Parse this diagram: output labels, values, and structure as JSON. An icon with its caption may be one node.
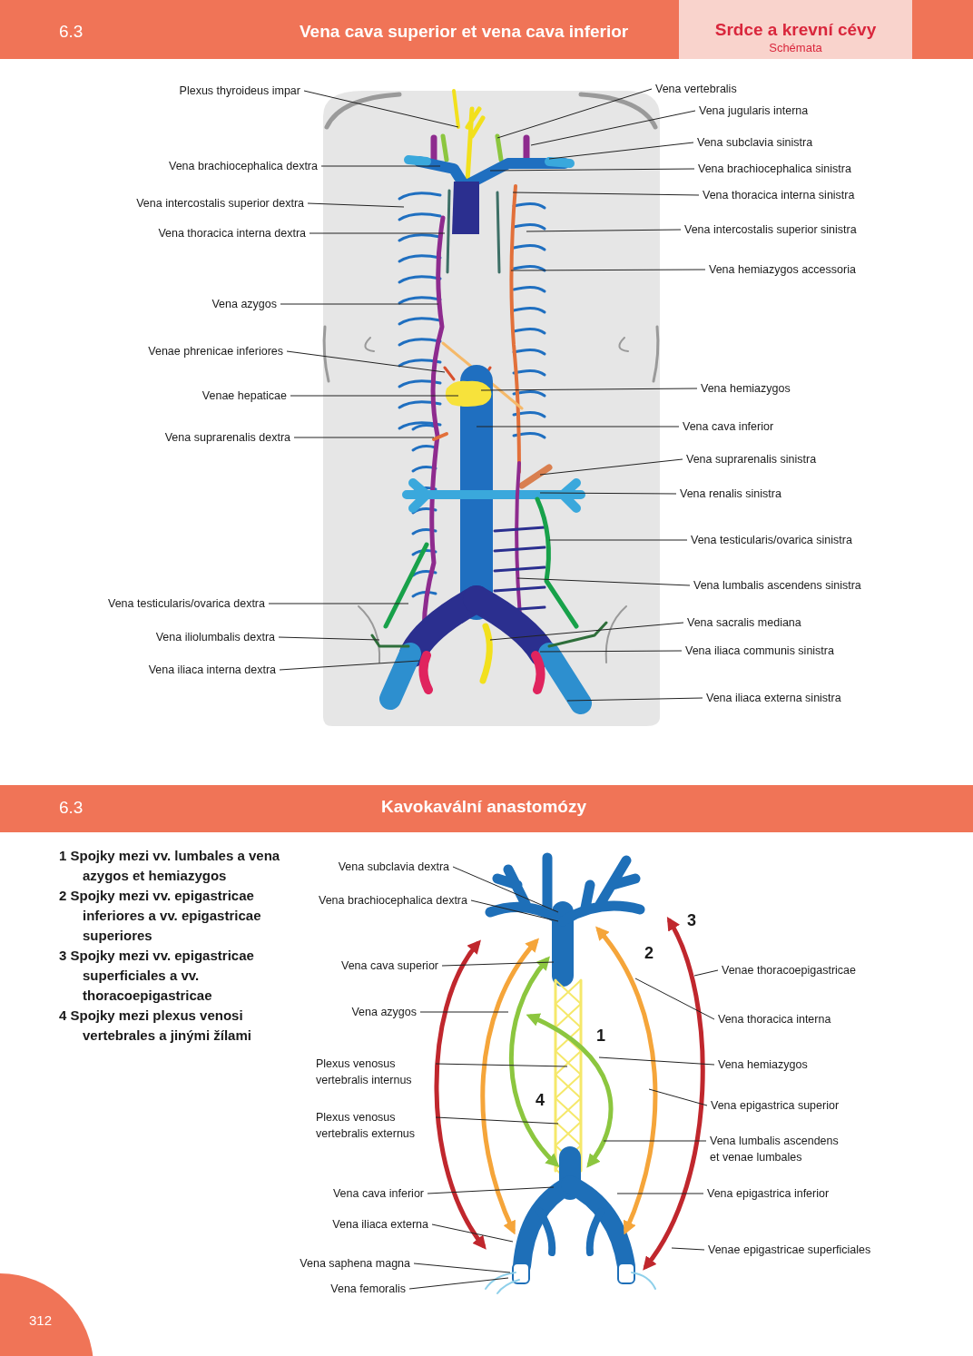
{
  "diagram": {
    "title": "Vena cava superior et vena cava inferior",
    "nodes": [
      {
        "text": [
          "Plexus thyroideus impar"
        ]
      },
      {
        "text": [
          "Vena brachiocephalica dextra"
        ]
      },
      {
        "text": [
          "Vena intercostalis superior dextra"
        ]
      },
      {
        "text": [
          "Vena thoracica interna dextra"
        ]
      },
      {
        "text": [
          "Vena azygos"
        ]
      },
      {
        "text": [
          "Venae phrenicae inferiores"
        ]
      },
      {
        "text": [
          "Venae hepaticae"
        ]
      },
      {
        "text": [
          "Vena suprarenalis dextra"
        ]
      },
      {
        "text": [
          "Vena testicularis/ovarica dextra"
        ]
      },
      {
        "text": [
          "Vena iliolumbalis dextra"
        ]
      },
      {
        "text": [
          "Vena iliaca interna dextra"
        ]
      },
      {
        "text": [
          "Vena vertebralis"
        ]
      },
      {
        "text": [
          "Vena jugularis interna"
        ]
      },
      {
        "text": [
          "Vena subclavia sinistra"
        ]
      },
      {
        "text": [
          "Vena brachiocephalica sinistra"
        ]
      },
      {
        "text": [
          "Vena thoracica interna sinistra"
        ]
      },
      {
        "text": [
          "Vena intercostalis superior sinistra"
        ]
      },
      {
        "text": [
          "Vena hemiazygos accessoria"
        ]
      },
      {
        "text": [
          "Vena hemiazygos"
        ]
      },
      {
        "text": [
          "Vena cava inferior"
        ]
      },
      {
        "text": [
          "Vena suprarenalis sinistra"
        ]
      },
      {
        "text": [
          "Vena renalis sinistra"
        ]
      },
      {
        "text": [
          "Vena testicularis/ovarica sinistra"
        ]
      },
      {
        "text": [
          "Vena lumbalis ascendens sinistra"
        ]
      },
      {
        "text": [
          "Vena sacralis mediana"
        ]
      },
      {
        "text": [
          "Vena iliaca communis sinistra"
        ]
      },
      {
        "text": [
          "Vena iliaca externa sinistra"
        ]
      },
      {
        "text": [
          "Vena subclavia dextra"
        ]
      },
      {
        "text": [
          "Vena brachiocephalica dextra"
        ]
      },
      {
        "text": [
          "Vena cava superior"
        ]
      },
      {
        "text": [
          "Vena azygos"
        ]
      },
      {
        "text": [
          "Plexus venosus vertebralis internus"
        ]
      },
      {
        "text": [
          "Plexus venosus vertebralis externus"
        ]
      },
      {
        "text": [
          "Vena cava inferior"
        ]
      },
      {
        "text": [
          "Vena iliaca externa"
        ]
      },
      {
        "text": [
          "Vena saphena magna"
        ]
      },
      {
        "text": [
          "Vena femoralis"
        ]
      },
      {
        "text": [
          "Venae thoracoepigastricae"
        ]
      },
      {
        "text": [
          "Vena thoracica interna"
        ]
      },
      {
        "text": [
          "Vena hemiazygos"
        ]
      },
      {
        "text": [
          "Vena epigastrica superior"
        ]
      },
      {
        "text": [
          "Vena lumbalis ascendens et venae lumbales"
        ]
      },
      {
        "text": [
          "Vena epigastrica inferior"
        ]
      },
      {
        "text": [
          "Venae epigastricae superficiales"
        ]
      }
    ],
    "edges": [
      {
        "from": 0,
        "to": null,
        "arrow": "none"
      },
      {
        "from": 1,
        "to": null,
        "arrow": "none"
      },
      {
        "from": 2,
        "to": null,
        "arrow": "none"
      },
      {
        "from": 3,
        "to": null,
        "arrow": "none"
      },
      {
        "from": 4,
        "to": null,
        "arrow": "none"
      },
      {
        "from": 5,
        "to": null,
        "arrow": "none"
      },
      {
        "from": 6,
        "to": null,
        "arrow": "none"
      },
      {
        "from": 7,
        "to": null,
        "arrow": "none"
      },
      {
        "from": 8,
        "to": null,
        "arrow": "none"
      },
      {
        "from": 9,
        "to": null,
        "arrow": "none"
      },
      {
        "from": 10,
        "to": null,
        "arrow": "none"
      },
      {
        "from": 11,
        "to": null,
        "arrow": "none"
      },
      {
        "from": 12,
        "to": null,
        "arrow": "none"
      },
      {
        "from": 13,
        "to": null,
        "arrow": "none"
      },
      {
        "from": 14,
        "to": null,
        "arrow": "none"
      },
      {
        "from": 15,
        "to": null,
        "arrow": "none"
      },
      {
        "from": 16,
        "to": null,
        "arrow": "none"
      },
      {
        "from": 17,
        "to": null,
        "arrow": "none"
      },
      {
        "from": 18,
        "to": null,
        "arrow": "none"
      },
      {
        "from": 19,
        "to": null,
        "arrow": "none"
      },
      {
        "from": 20,
        "to": null,
        "arrow": "none"
      },
      {
        "from": 21,
        "to": null,
        "arrow": "none"
      },
      {
        "from": 22,
        "to": null,
        "arrow": "none"
      },
      {
        "from": 23,
        "to": null,
        "arrow": "none"
      },
      {
        "from": 24,
        "to": null,
        "arrow": "none"
      },
      {
        "from": 25,
        "to": null,
        "arrow": "none"
      },
      {
        "from": 26,
        "to": null,
        "arrow": "none"
      },
      {
        "from": 27,
        "to": null,
        "arrow": "none"
      },
      {
        "from": 28,
        "to": null,
        "arrow": "none"
      },
      {
        "from": 29,
        "to": null,
        "arrow": "none"
      },
      {
        "from": 30,
        "to": null,
        "arrow": "none"
      },
      {
        "from": 31,
        "to": null,
        "arrow": "none"
      },
      {
        "from": 32,
        "to": null,
        "arrow": "none"
      },
      {
        "from": 33,
        "to": null,
        "arrow": "none"
      },
      {
        "from": 34,
        "to": null,
        "arrow": "none"
      },
      {
        "from": 35,
        "to": null,
        "arrow": "none"
      },
      {
        "from": 36,
        "to": null,
        "arrow": "none"
      },
      {
        "from": 37,
        "to": null,
        "arrow": "none"
      },
      {
        "from": 38,
        "to": null,
        "arrow": "none"
      },
      {
        "from": 39,
        "to": null,
        "arrow": "none"
      },
      {
        "from": 40,
        "to": null,
        "arrow": "none"
      },
      {
        "from": 41,
        "to": null,
        "arrow": "none"
      },
      {
        "from": 42,
        "to": null,
        "arrow": "none"
      },
      {
        "from": 43,
        "to": null,
        "arrow": "none"
      }
    ],
    "labels": [
      "6.3",
      "Srdce a krevní cévy",
      "Schémata",
      "6.3",
      "Kavokavální anastomózy",
      "1 Spojky mezi vv. lumbales a vena azygos et hemiazygos",
      "2 Spojky mezi vv. epigastricae inferiores a vv. epigastricae superiores",
      "3 Spojky mezi vv. epigastricae superficiales a vv. thoracoepigastricae",
      "4 Spojky mezi plexus venosi vertebrales a jinými žílami",
      "3",
      "2",
      "1",
      "4",
      "312"
    ]
  }
}
